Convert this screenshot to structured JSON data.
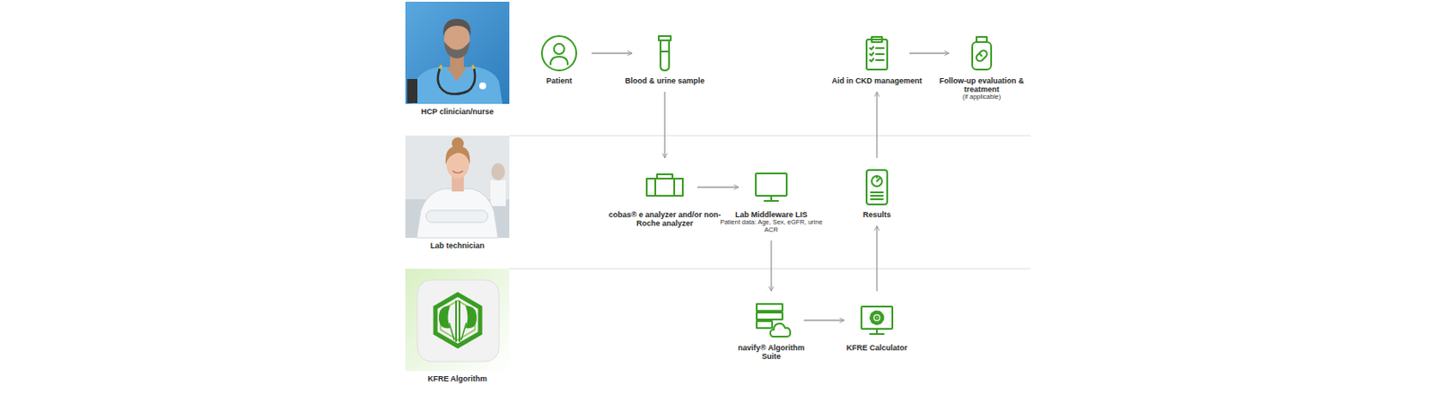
{
  "diagram": {
    "nodes": [
      {
        "text": [
          "HCP clinician/nurse"
        ]
      },
      {
        "text": [
          "Patient"
        ]
      },
      {
        "text": [
          "Blood & urine sample"
        ]
      },
      {
        "text": [
          "Aid in CKD management"
        ]
      },
      {
        "text": [
          "Follow-up evaluation & treatment",
          "(if applicable)"
        ]
      },
      {
        "text": [
          "Lab technician"
        ]
      },
      {
        "text": [
          "cobas® e analyzer and/or non-Roche analyzer"
        ]
      },
      {
        "text": [
          "Lab Middleware LIS",
          "Patient data: Age, Sex, eGFR, urine ACR"
        ]
      },
      {
        "text": [
          "Results"
        ]
      },
      {
        "text": [
          "KFRE Algorithm"
        ]
      },
      {
        "text": [
          "navify® Algorithm Suite"
        ]
      },
      {
        "text": [
          "KFRE Calculator"
        ]
      }
    ],
    "edges": [
      {
        "from": 1,
        "to": 2,
        "arrow": "to"
      },
      {
        "from": 2,
        "to": 6,
        "arrow": "to"
      },
      {
        "from": 6,
        "to": 7,
        "arrow": "to"
      },
      {
        "from": 7,
        "to": 10,
        "arrow": "to"
      },
      {
        "from": 10,
        "to": 11,
        "arrow": "to"
      },
      {
        "from": 11,
        "to": 8,
        "arrow": "to"
      },
      {
        "from": 8,
        "to": 3,
        "arrow": "to"
      },
      {
        "from": 3,
        "to": 4,
        "arrow": "to"
      }
    ]
  }
}
